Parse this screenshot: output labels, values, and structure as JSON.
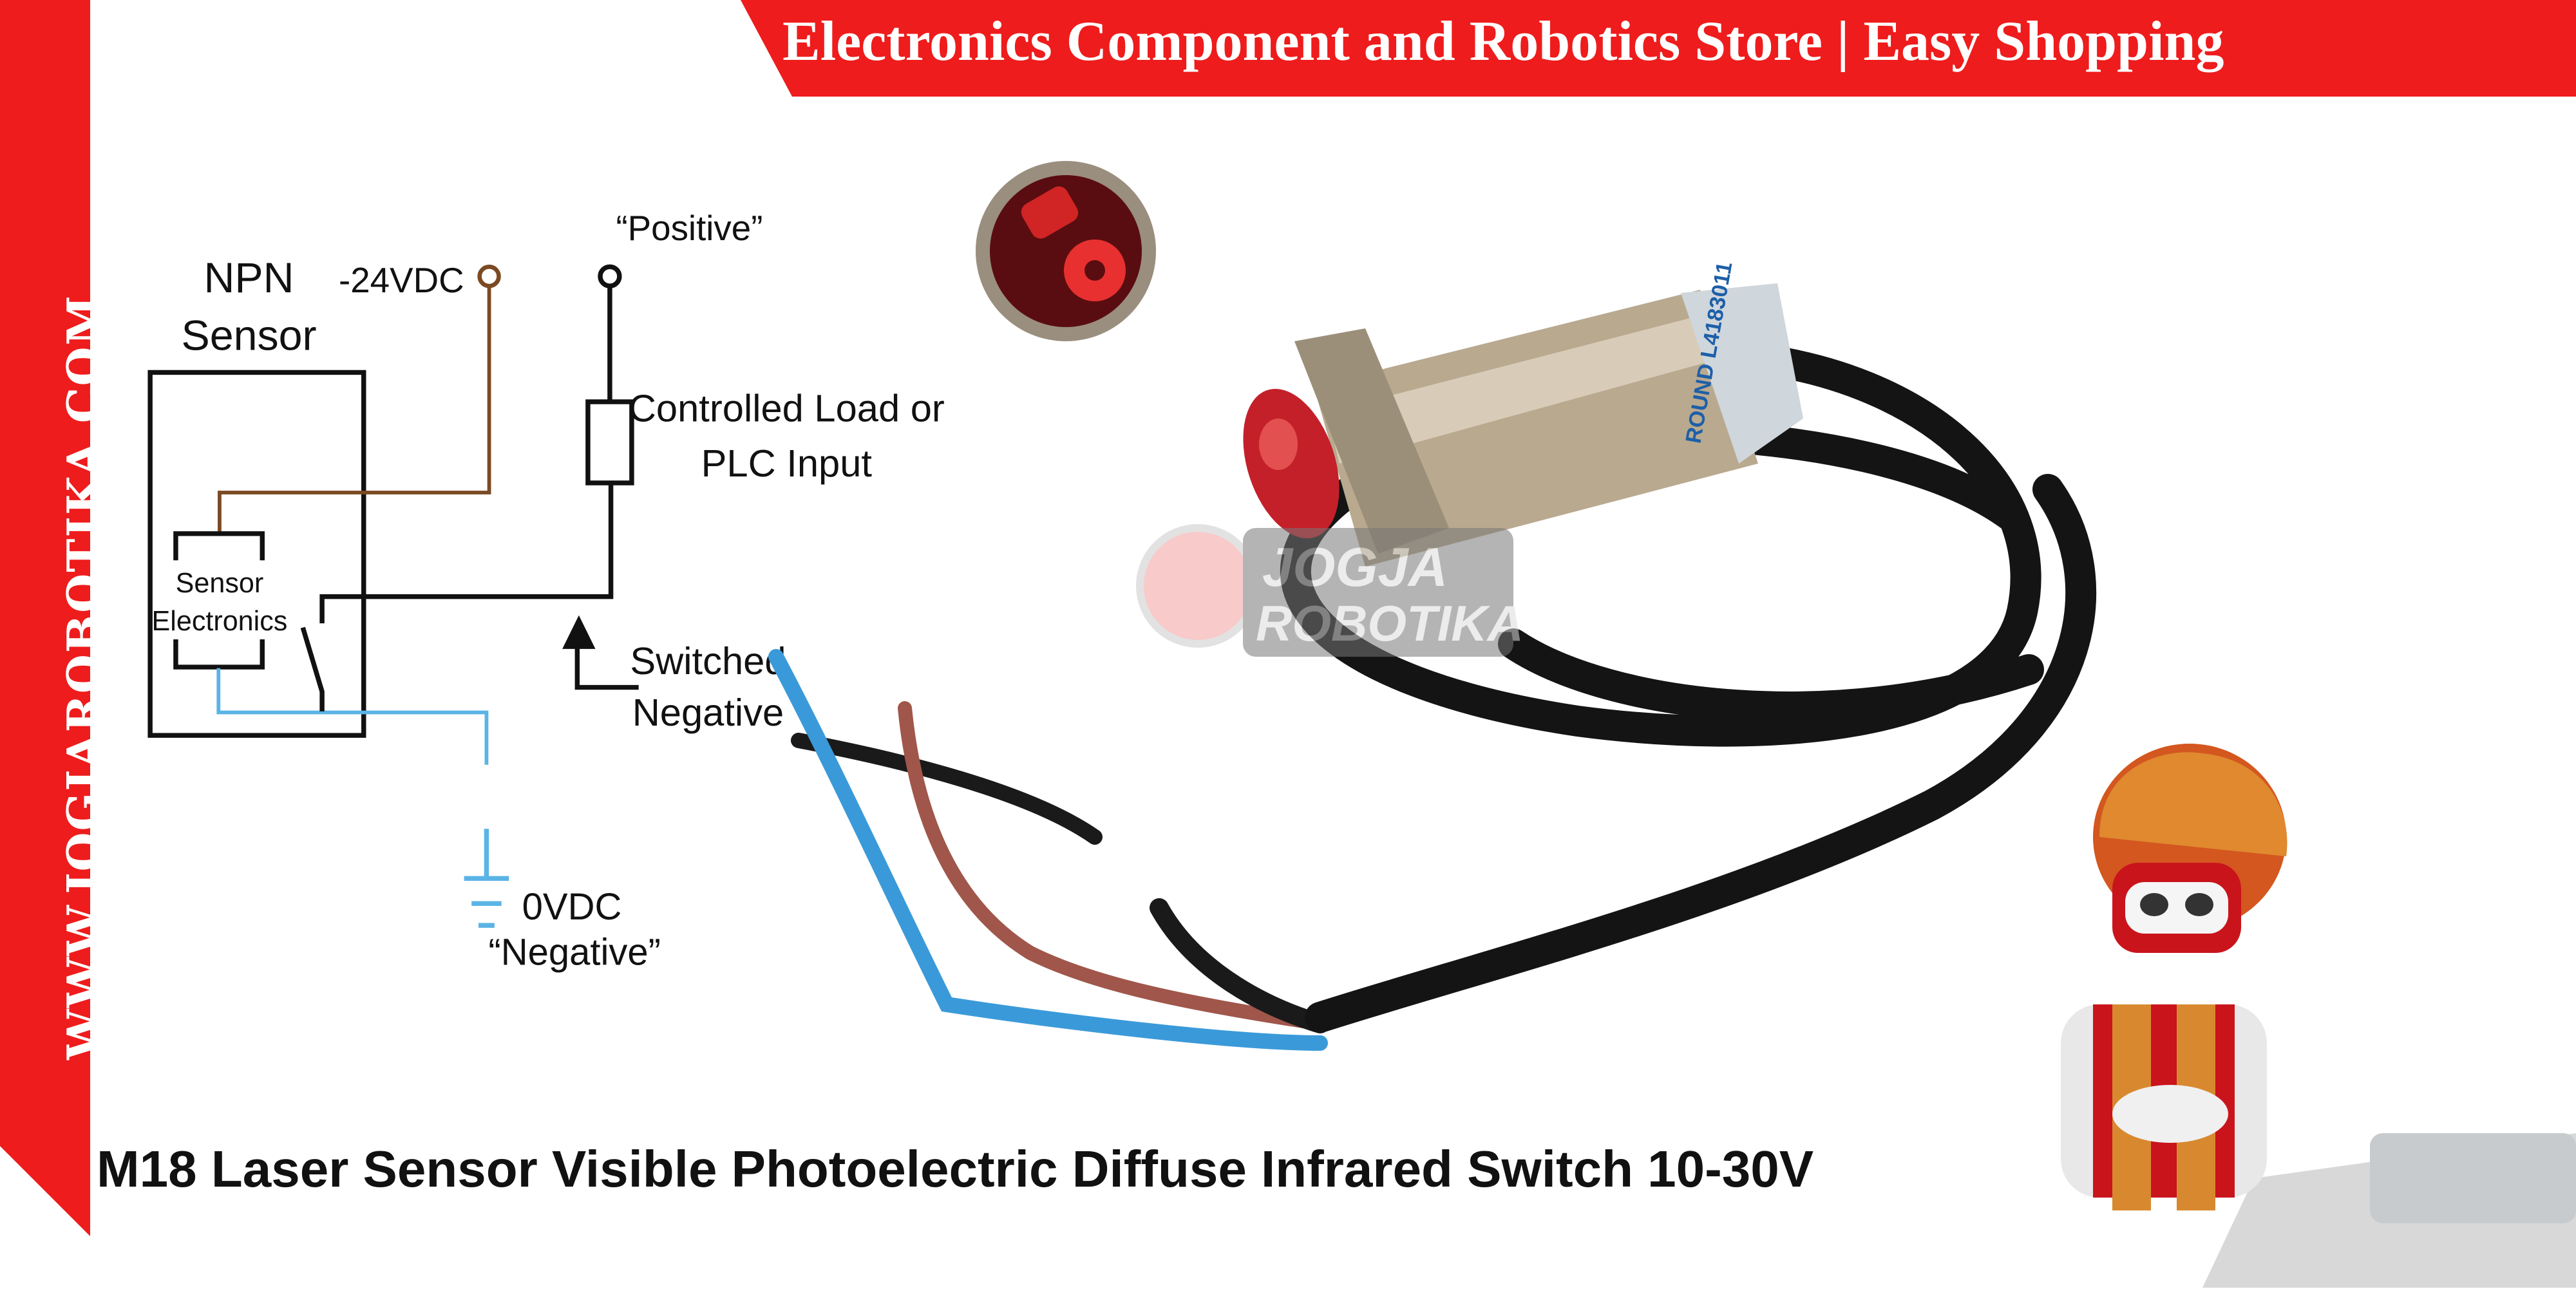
{
  "banner": {
    "tagline": "Electronics Component and Robotics Store | Easy Shopping",
    "color": "#ee1c1c"
  },
  "side": {
    "website": "WWW.JOGJAROBOTIKA.COM"
  },
  "product": {
    "title": "M18 Laser Sensor Visible Photoelectric Diffuse Infrared Switch 10-30V"
  },
  "diagram": {
    "sensor_title_line1": "NPN",
    "sensor_title_line2": "Sensor",
    "supply_label": "-24VDC",
    "positive_label": "“Positive”",
    "load_label_line1": "Controlled Load or",
    "load_label_line2": "PLC Input",
    "electronics_line1": "Sensor",
    "electronics_line2": "Electronics",
    "switched_line1": "Switched",
    "switched_line2": "Negative",
    "ground_line1": "0VDC",
    "ground_line2": "“Negative”",
    "colors": {
      "brown": "#7a4a24",
      "blue": "#5ab4e6",
      "black": "#111111"
    }
  },
  "watermark": {
    "line1": "JOGJA",
    "line2": "ROBOTIKA"
  },
  "sensor_body_marking": "ROUND L4183011"
}
